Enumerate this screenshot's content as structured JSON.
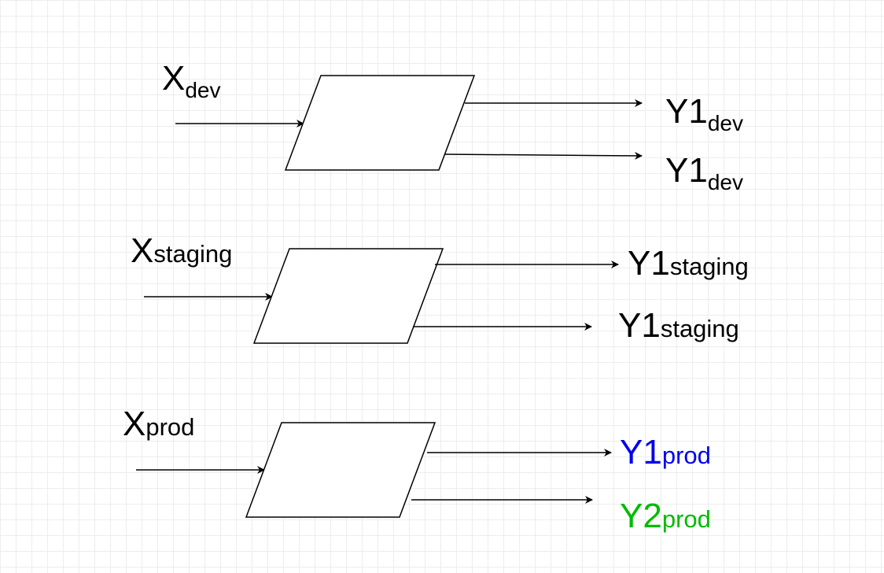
{
  "colors": {
    "stroke": "#000000",
    "fill": "#ffffff",
    "text_default": "#000000",
    "y1_prod": "#0000ee",
    "y2_prod": "#00bb00"
  },
  "groups": [
    {
      "input": {
        "base": "X",
        "sub": "dev"
      },
      "outputs": [
        {
          "base": "Y1",
          "sub": "dev"
        },
        {
          "base": "Y1",
          "sub": "dev"
        }
      ]
    },
    {
      "input": {
        "base": "X",
        "sub": "staging"
      },
      "outputs": [
        {
          "base": "Y1",
          "sub": "staging"
        },
        {
          "base": "Y1",
          "sub": "staging"
        }
      ]
    },
    {
      "input": {
        "base": "X",
        "sub": "prod"
      },
      "outputs": [
        {
          "base": "Y1",
          "sub": "prod"
        },
        {
          "base": "Y2",
          "sub": "prod"
        }
      ]
    }
  ]
}
